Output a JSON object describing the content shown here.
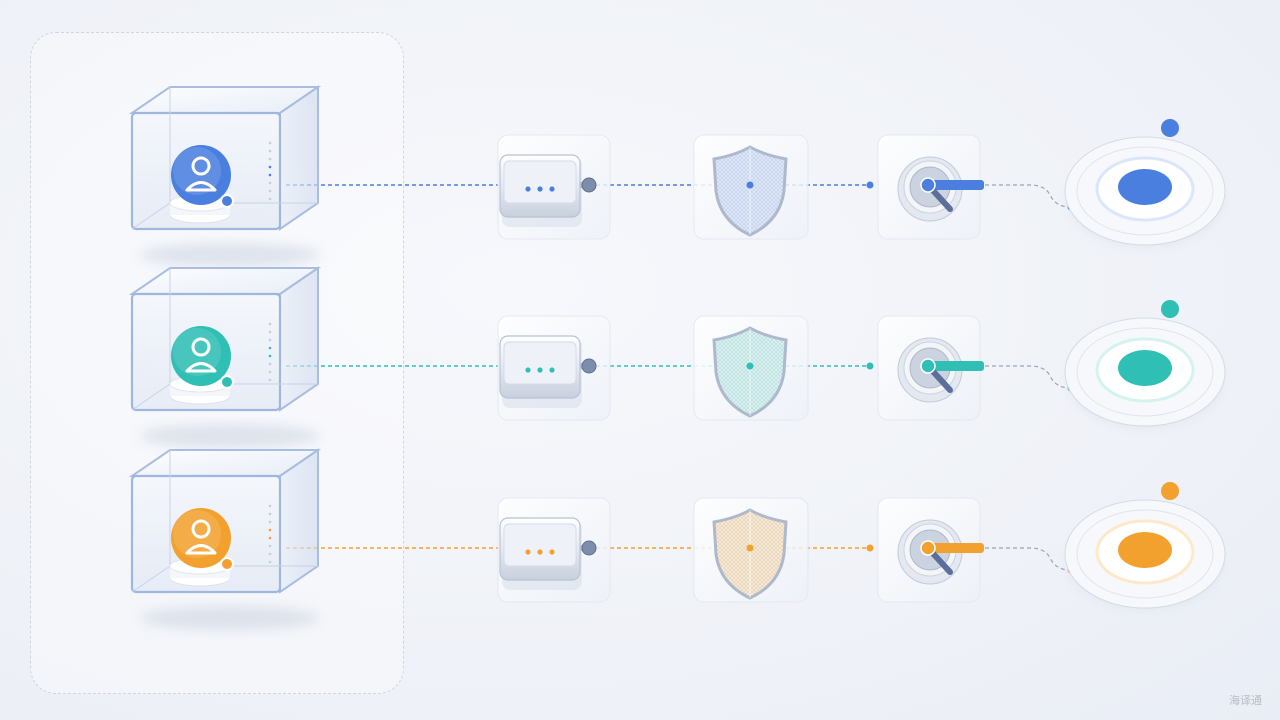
{
  "watermark": "海译通",
  "lanes": [
    {
      "color": "#4a7fe0",
      "light": "#dbe6fb"
    },
    {
      "color": "#2fbfb4",
      "light": "#d4f3ef"
    },
    {
      "color": "#f2a12e",
      "light": "#fde9c9"
    }
  ],
  "nodes": [
    "user-cube",
    "gateway",
    "shield",
    "switch",
    "target"
  ],
  "icons": [
    "user-icon",
    "gateway-icon",
    "shield-icon",
    "switch-icon",
    "target-icon"
  ]
}
